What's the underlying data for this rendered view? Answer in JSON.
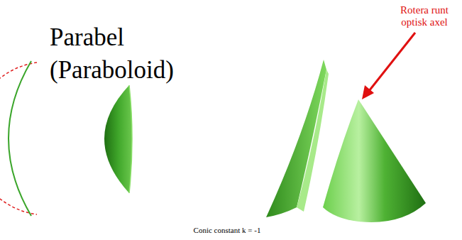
{
  "diagram": {
    "title": "Parabel (Paraboloid)",
    "labels": [
      "Rotera runt optisk axel",
      "Conic constant k = -1"
    ]
  }
}
